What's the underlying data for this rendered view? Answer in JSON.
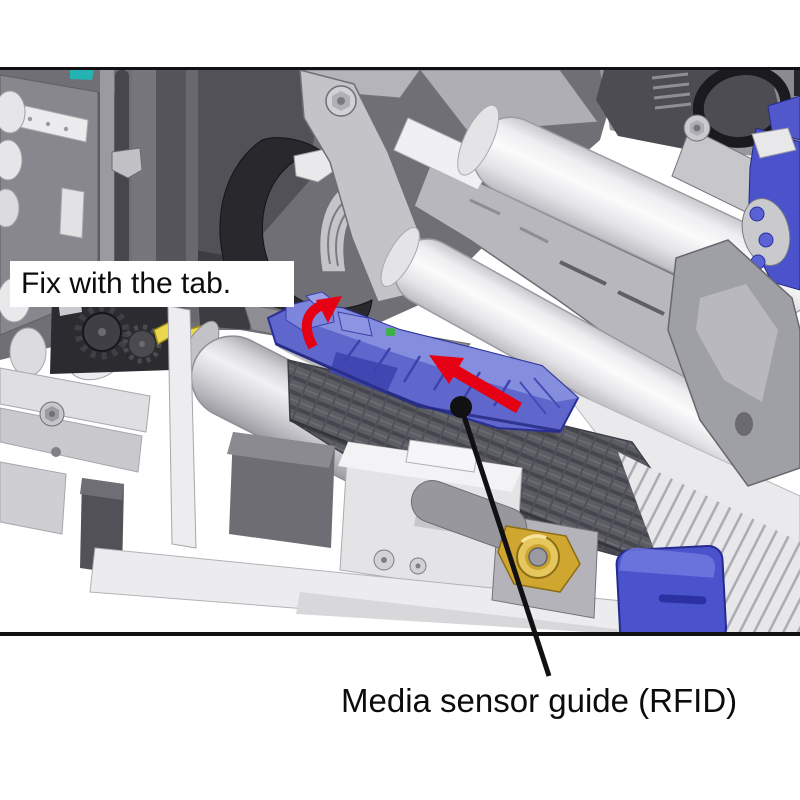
{
  "figure": {
    "alt": "Printer interior technical illustration showing how to install the media sensor guide",
    "callouts": {
      "fix_tab": {
        "label": "Fix with the tab."
      },
      "media_sensor_guide": {
        "label": "Media sensor guide (RFID)"
      }
    },
    "colors": {
      "arrow_red": "#e60014",
      "guide_blue": "#5f66cc",
      "cover_blue": "#4a52cc",
      "accent_teal": "#25b2b2",
      "accent_gold": "#cfa62f",
      "callout_black": "#111114"
    }
  }
}
